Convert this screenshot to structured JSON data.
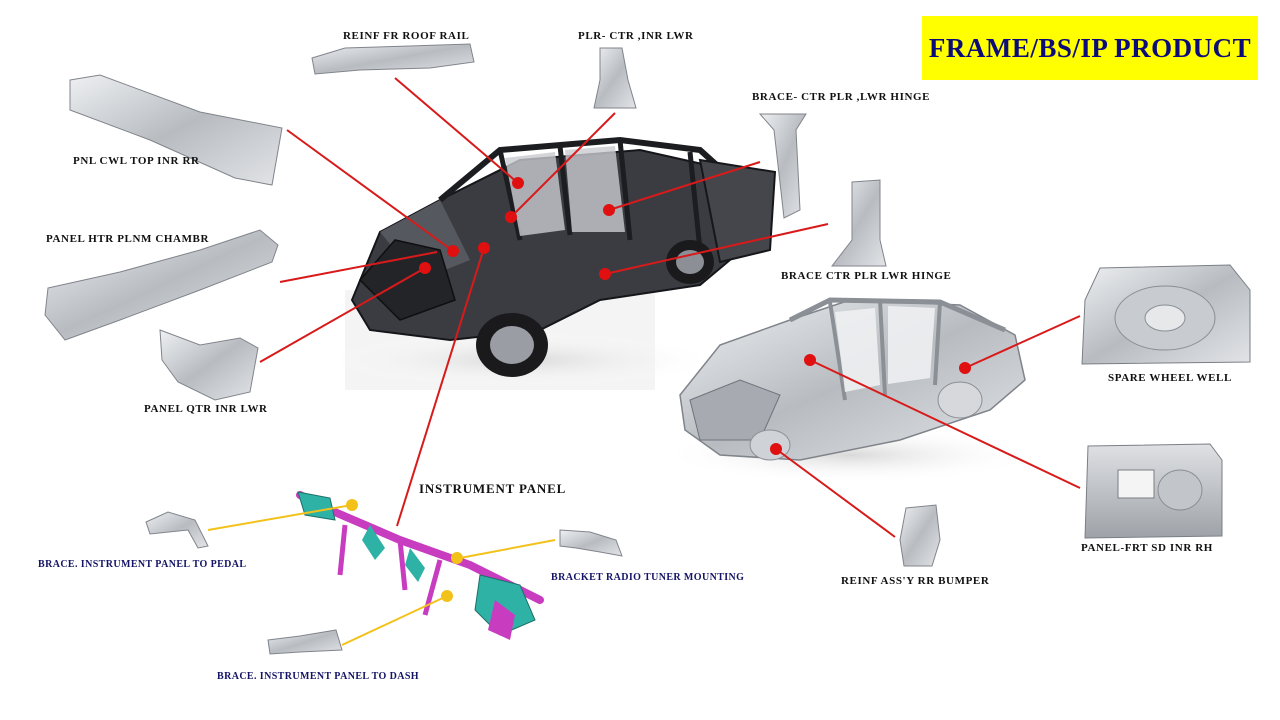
{
  "title": "FRAME/BS/IP PRODUCT",
  "labels": {
    "reinf_fr_roof_rail": "REINF FR ROOF RAIL",
    "plr_ctr_inr_lwr": "PLR- CTR ,INR LWR",
    "brace_ctr_plr_lwr_hinge_1": "BRACE- CTR PLR ,LWR HINGE",
    "brace_ctr_plr_lwr_hinge_2": "BRACE CTR PLR LWR HINGE",
    "pnl_cwl_top_inr_rr": "PNL CWL TOP INR RR",
    "panel_htr_plnm_chambr": "PANEL HTR PLNM CHAMBR",
    "panel_qtr_inr_lwr": "PANEL QTR INR LWR",
    "instrument_panel": "INSTRUMENT PANEL",
    "brace_ip_to_pedal": "BRACE. INSTRUMENT PANEL TO PEDAL",
    "bracket_radio_tuner": "BRACKET RADIO TUNER MOUNTING",
    "brace_ip_to_dash": "BRACE. INSTRUMENT PANEL TO DASH",
    "spare_wheel_well": "SPARE WHEEL WELL",
    "panel_frt_sd_inr_rh": "PANEL-FRT SD INR RH",
    "reinf_assy_rr_bumper": "REINF ASS'Y RR BUMPER"
  },
  "colors": {
    "title_bg": "#ffff00",
    "title_text": "#0b0b7a",
    "leader_red": "#d81a1a",
    "leader_yellow": "#f2c21b",
    "marker_red": "#e01010",
    "marker_yellow": "#f2c21b",
    "ip_beam": "#c83cc0",
    "ip_bracket": "#2fb2a6",
    "truck_body": "#2a2c30",
    "car_body": "#b8bcc2"
  },
  "icons": [
    "pickup-truck-body",
    "sedan-body-in-white",
    "instrument-panel-beam",
    "stamped-part"
  ]
}
